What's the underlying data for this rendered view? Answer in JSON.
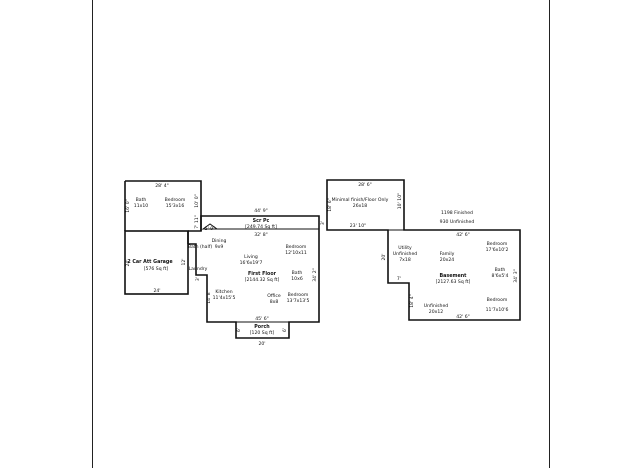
{
  "main_floor": {
    "garage": {
      "name": "2 Car Att Garage",
      "area": "[576 Sq ft]"
    },
    "bath_upper": {
      "name": "Bath",
      "size": "11x10"
    },
    "bedroom_upper": {
      "name": "Bedroom",
      "size": "15'3x16"
    },
    "scr_pc": {
      "name": "Scr Pc",
      "area": "[249.74 Sq ft]"
    },
    "bath_half": {
      "name": "Bath (half)"
    },
    "dining": {
      "name": "Dining",
      "size": "9x9"
    },
    "living": {
      "name": "Living",
      "size": "16'6x19'7"
    },
    "bedroom_right": {
      "name": "Bedroom",
      "size": "12'10x11"
    },
    "first_floor": {
      "name": "First Floor",
      "area": "[2144.32 Sq ft]"
    },
    "bath_right": {
      "name": "Bath",
      "size": "10x6"
    },
    "laundry": {
      "name": "Laundry"
    },
    "kitchen": {
      "name": "Kitchen",
      "size": "11'4x15'5"
    },
    "office": {
      "name": "Office",
      "size": "8x8"
    },
    "bedroom_lower": {
      "name": "Bedroom",
      "size": "13'7x13'5"
    },
    "porch": {
      "name": "Porch",
      "area": "[120 Sq ft]"
    },
    "dims": {
      "top_upper": "28' 4\"",
      "top_scr": "44' 9\"",
      "scr_inner": "32' 8\"",
      "bottom_main": "45' 6\"",
      "porch_bottom": "20'",
      "garage_bottom": "24'",
      "left_upper": "16' 0\"",
      "left_garage": "24'",
      "upper_right_a": "10' 0\"",
      "upper_right_b": "7' 11\"",
      "notch": "5' 9\"",
      "garage_right": "12'",
      "right_main": "34' 2\"",
      "right_scr": "3'",
      "left_kitchen": "14' 8\"",
      "porch_left": "6'",
      "porch_right": "6'",
      "laundry_step": "3'"
    }
  },
  "basement": {
    "name": "Basement",
    "area": "[2127.63 Sq ft]",
    "finished": "1198 Finished",
    "unfinished_total": "930 Unfinished",
    "minimal": {
      "name": "Minimal finish/Floor Only",
      "size": "26x18"
    },
    "utility": {
      "name": "Utility",
      "sub": "Unfinished",
      "size": "7x18"
    },
    "family": {
      "name": "Family",
      "size": "20x24"
    },
    "bedroom_a": {
      "name": "Bedroom",
      "size": "17'6x10'2"
    },
    "bath": {
      "name": "Bath",
      "size": "8'6x5'4"
    },
    "unfinished": {
      "name": "Unfinished",
      "size": "20x12"
    },
    "bedroom_b": {
      "name": "Bedroom",
      "size": "11'7x10'6"
    },
    "dims": {
      "top": "28' 6\"",
      "left": "18' 6\"",
      "top_right_a": "10' 10\"",
      "mid_top": "23' 10\"",
      "right_top": "42' 6\"",
      "left_mid": "20'",
      "step": "7'",
      "right": "34' 3\"",
      "left_low": "18' 4\"",
      "bottom": "42' 6\""
    }
  }
}
